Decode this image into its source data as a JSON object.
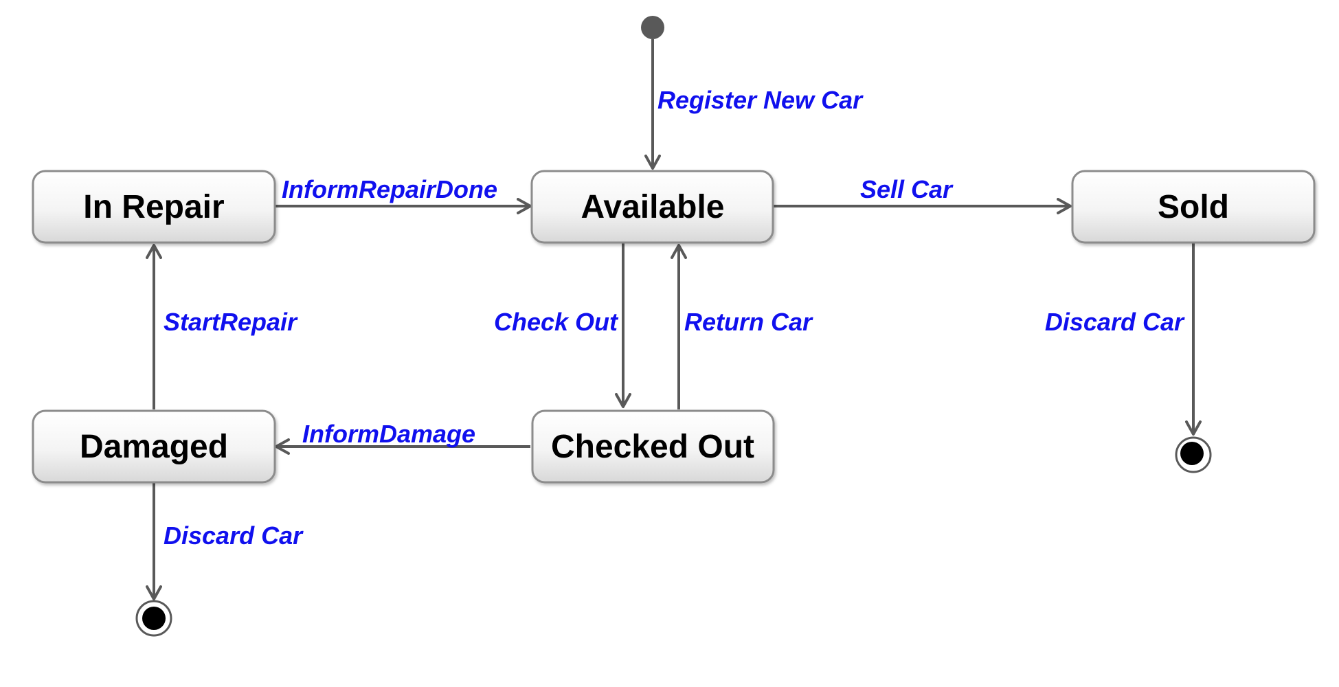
{
  "colors": {
    "transition_text": "#1010ee",
    "edge": "#595959",
    "state_fill_top": "#ffffff",
    "state_fill_bottom": "#e2e2e2",
    "state_border": "#8c8c8c"
  },
  "states": {
    "in_repair": "In Repair",
    "available": "Available",
    "sold": "Sold",
    "damaged": "Damaged",
    "checked_out": "Checked Out"
  },
  "transitions": {
    "register_new_car": "Register New Car",
    "inform_repair_done": "InformRepairDone",
    "sell_car": "Sell Car",
    "start_repair": "StartRepair",
    "check_out": "Check Out",
    "return_car": "Return Car",
    "discard_car_sold": "Discard Car",
    "inform_damage": "InformDamage",
    "discard_car_damaged": "Discard Car"
  }
}
